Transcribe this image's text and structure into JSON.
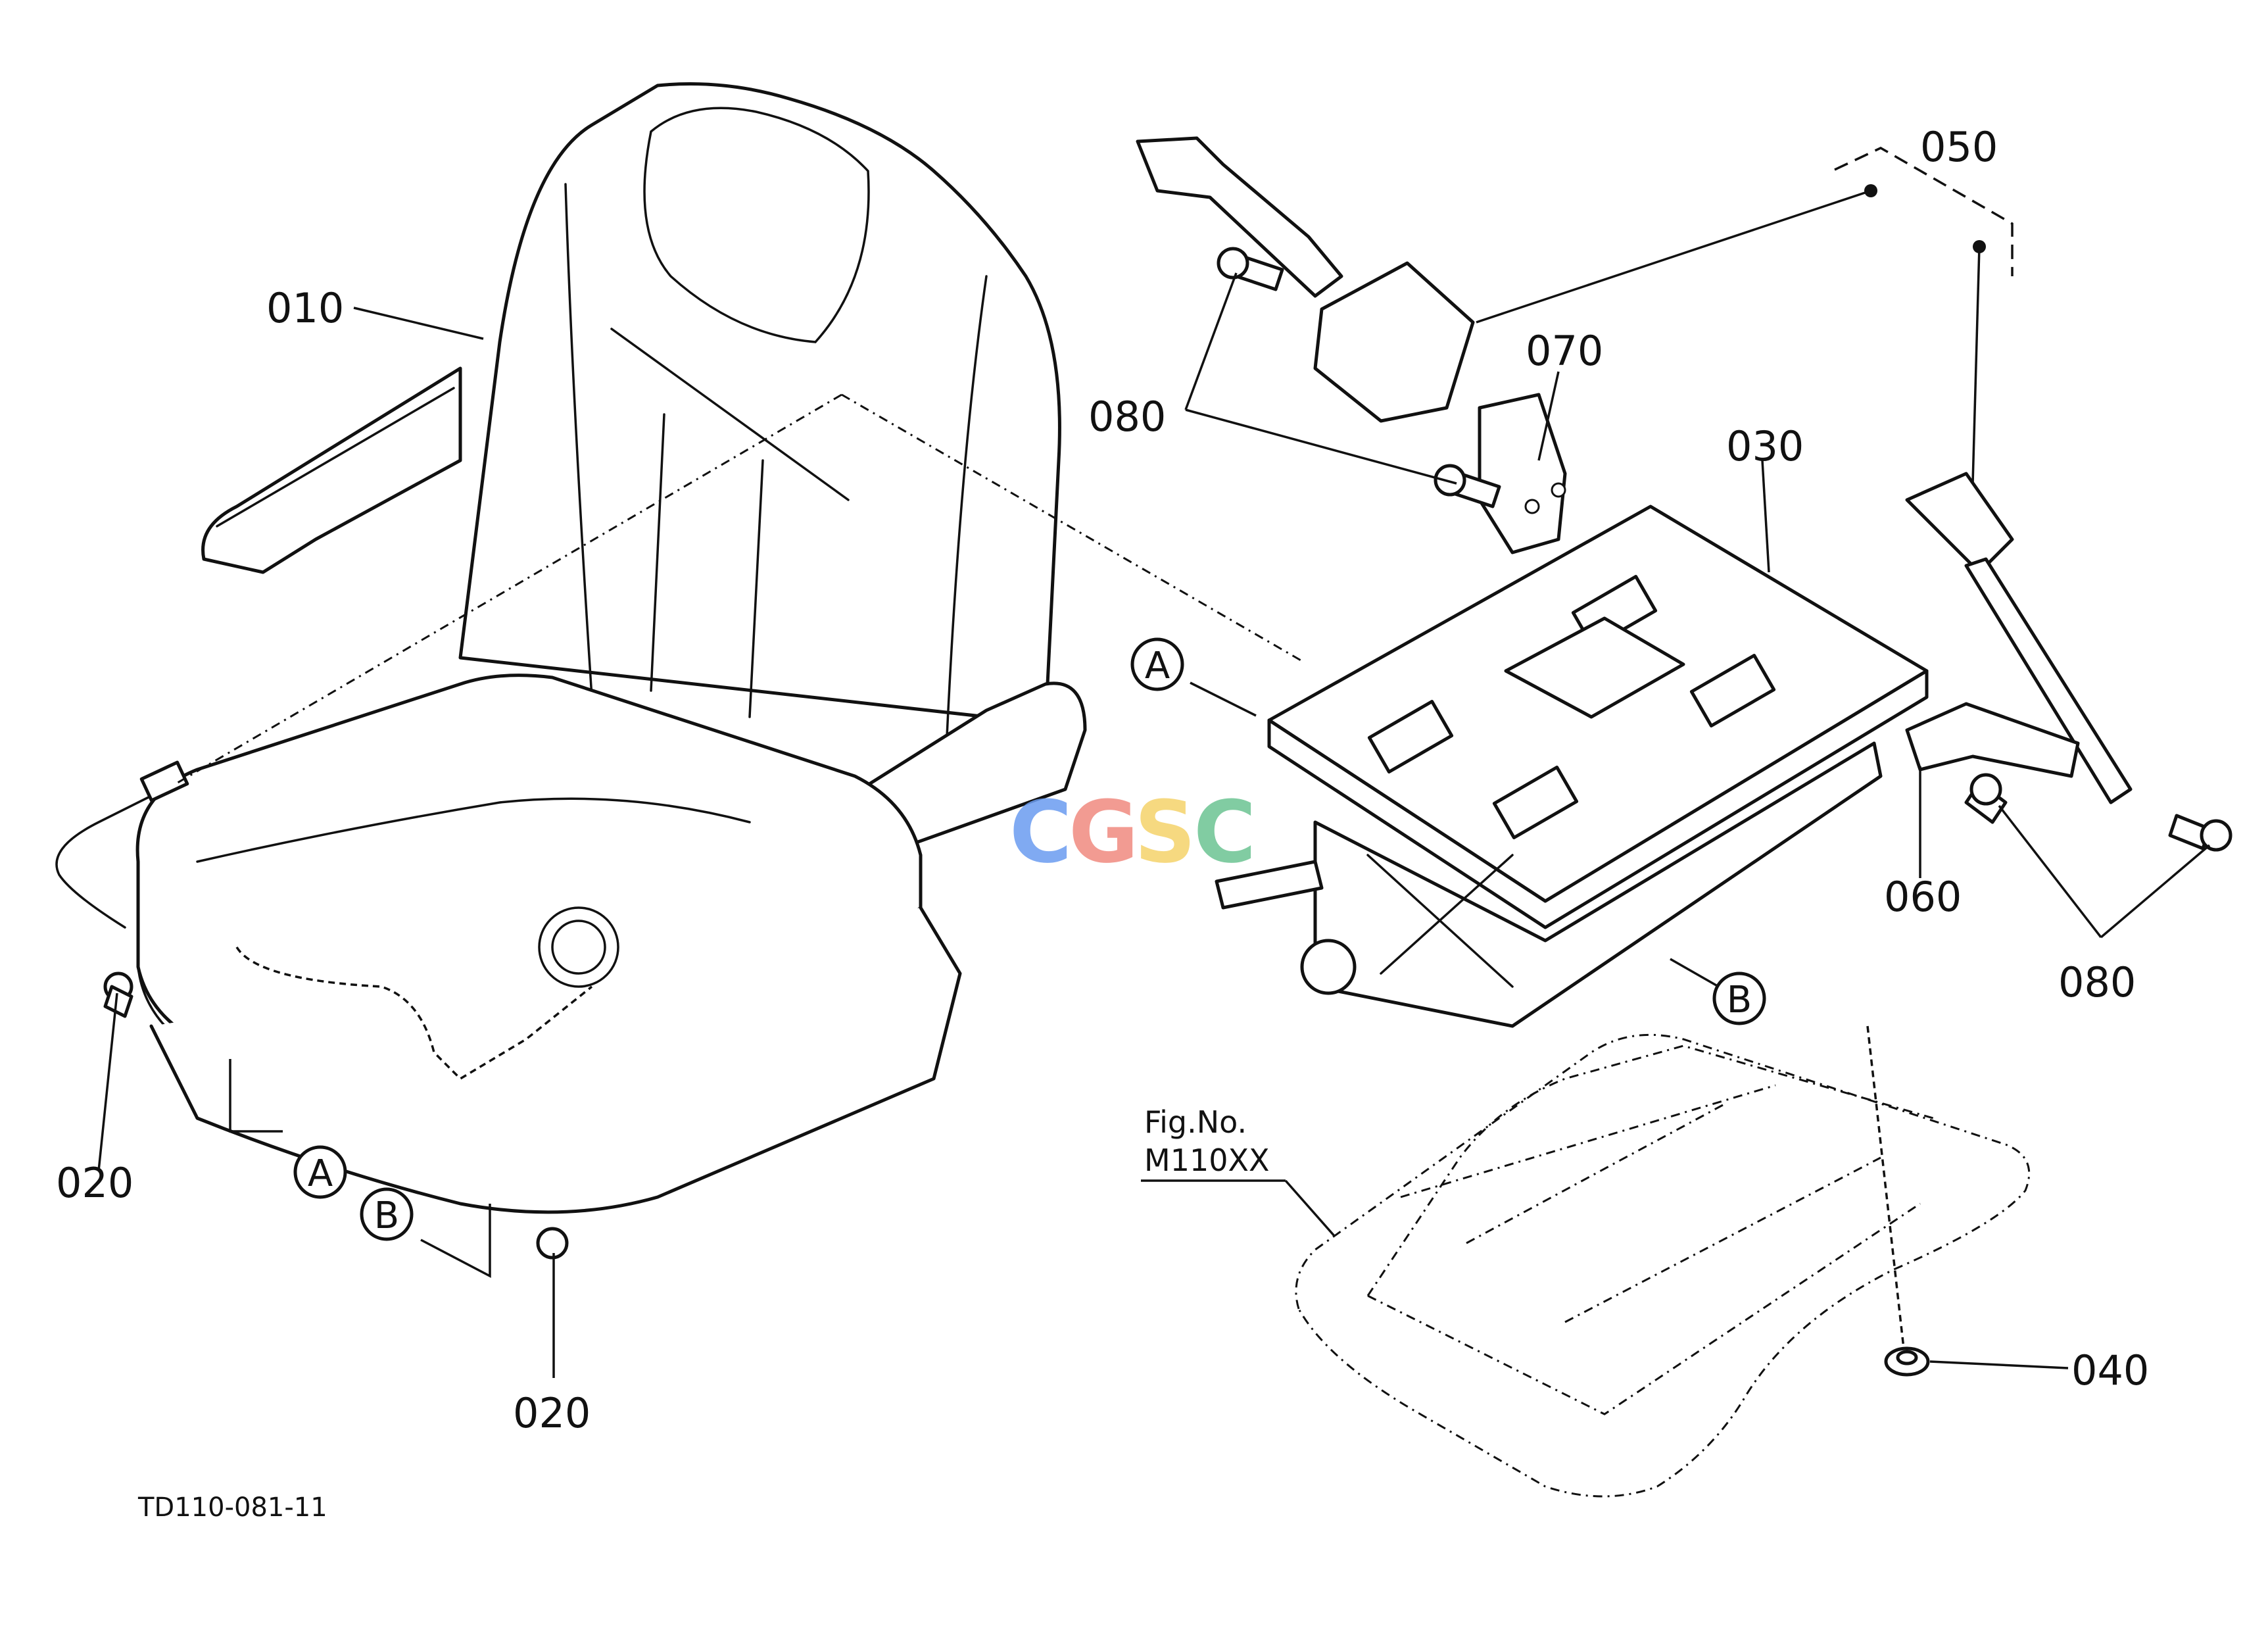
{
  "drawing_code": "TD110-081-11",
  "watermark": {
    "text": "CGSC",
    "colors": [
      "#6b9cf0",
      "#f08a80",
      "#f5d36b",
      "#6cc492"
    ]
  },
  "figure_ref": {
    "line1": "Fig.No.",
    "line2": "M110XX"
  },
  "callouts": [
    "010",
    "020",
    "020",
    "030",
    "040",
    "050",
    "060",
    "070",
    "080",
    "080"
  ],
  "section_markers": [
    "A",
    "A",
    "B",
    "B"
  ]
}
